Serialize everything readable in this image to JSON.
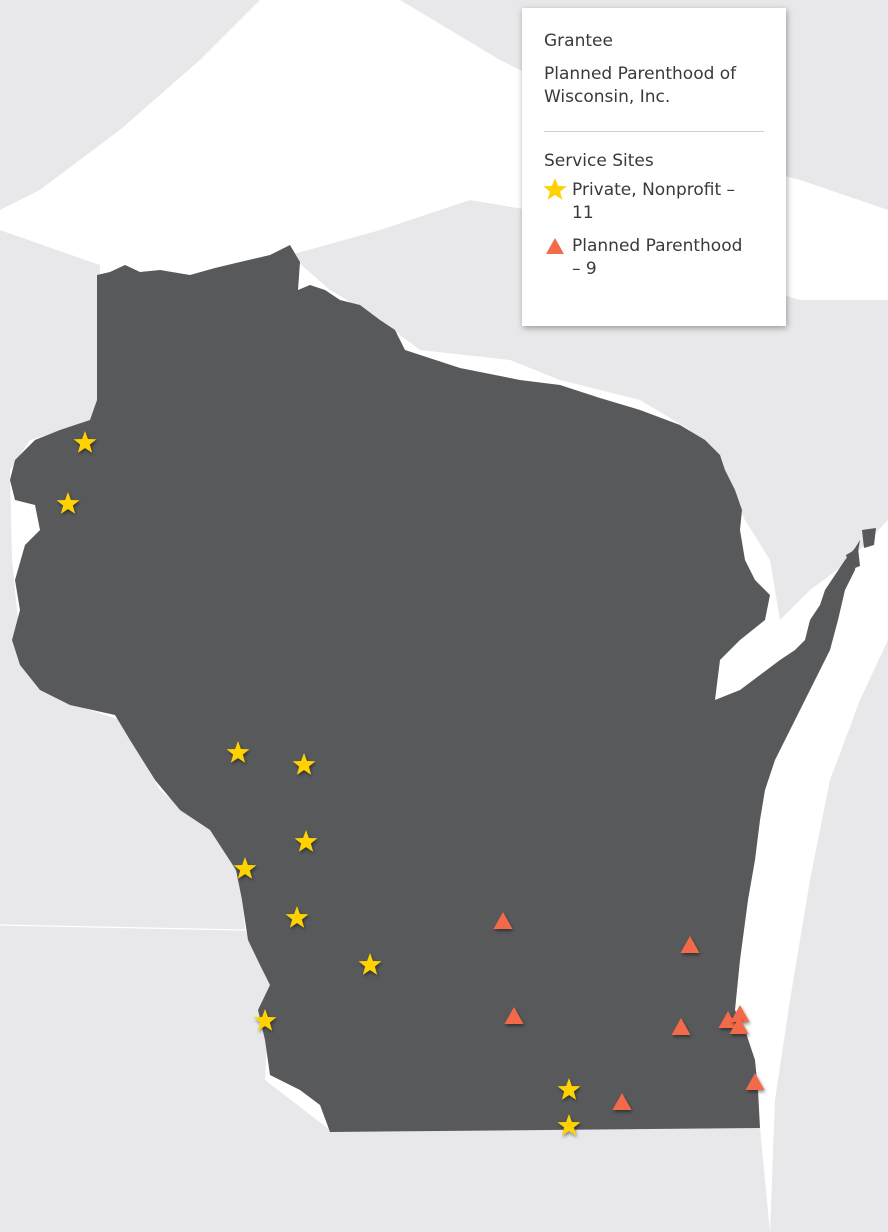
{
  "legend": {
    "grantee_heading": "Grantee",
    "grantee_name": "Planned Parenthood of Wisconsin, Inc.",
    "service_sites_heading": "Service Sites",
    "items": [
      {
        "label": "Private, Nonprofit – 11",
        "symbol": "star-icon",
        "color": "#ffd200"
      },
      {
        "label": "Planned Parenthood – 9",
        "symbol": "triangle-icon",
        "color": "#f26b4a"
      }
    ]
  },
  "colors": {
    "state_fill": "#58595b",
    "neighbor_fill": "#e8e8ea",
    "water": "#ffffff",
    "border_line": "#ffffff"
  }
}
